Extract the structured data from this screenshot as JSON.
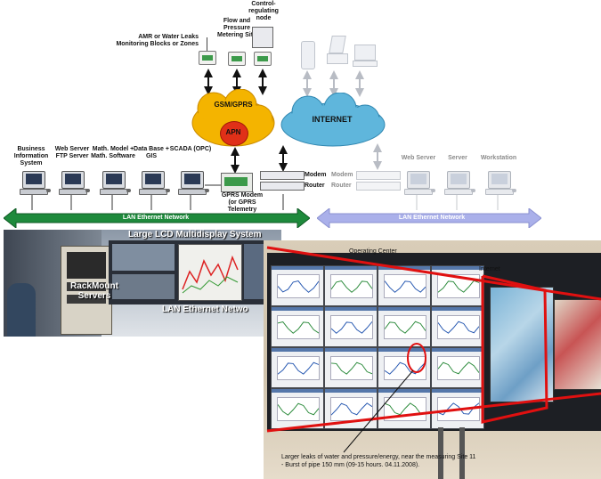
{
  "top_devices": {
    "amr_label": "AMR or Water Leaks Monitoring Blocks or Zones",
    "flow_label": "Flow and Pressure Metering Site",
    "control_label": "Control-regulating node"
  },
  "clouds": {
    "gsm_label": "GSM/GPRS",
    "apn_label": "APN",
    "internet_label": "INTERNET"
  },
  "workstations_left": [
    {
      "label": "Business Information System"
    },
    {
      "label": "Web Server FTP Server"
    },
    {
      "label": "Math. Model + Math. Software"
    },
    {
      "label": "Data Base + GIS"
    },
    {
      "label": "SCADA (OPC)"
    }
  ],
  "gprs_modem_label": "GPRS Modem (or GPRS Telemetry module)",
  "modem_label": "Modem",
  "router_label": "Router",
  "workstations_right": [
    {
      "label": "Web Server"
    },
    {
      "label": "Server"
    },
    {
      "label": "Workstation"
    }
  ],
  "lan_left_label": "LAN Ethernet Network",
  "lan_right_label": "LAN Ethernet Network",
  "photo_left": {
    "lcd_title": "Large LCD Multidisplay System",
    "rack_label": "RackMount Servers",
    "lan_label": "LAN Ethernet Netwo"
  },
  "photo_right": {
    "operating_center": "Operating Center",
    "internet": "Internet",
    "caption_line1": "Larger leaks of water and pressure/energy, near the measuring Site 11",
    "caption_line2": "- Burst of pipe 150 mm (09-15 hours. 04.11.2008)."
  },
  "colors": {
    "lan_green": "#1e8a3c",
    "lan_lavender": "#aab0ea",
    "gsm_cloud": "#f4b400",
    "apn_red": "#e03018",
    "internet_cloud": "#5fb6dc",
    "red_line": "#e01010"
  }
}
